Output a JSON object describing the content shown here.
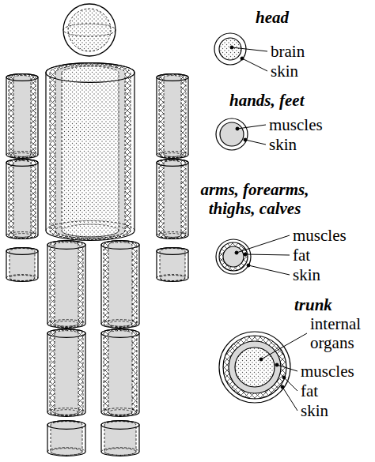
{
  "diagram": {
    "labels": [
      "head",
      "brain",
      "skin",
      "hands, feet",
      "muscles",
      "skin",
      "arms, forearms, thighs, calves",
      "muscles",
      "fat",
      "skin",
      "trunk",
      "internal organs",
      "muscles",
      "fat",
      "skin"
    ]
  }
}
